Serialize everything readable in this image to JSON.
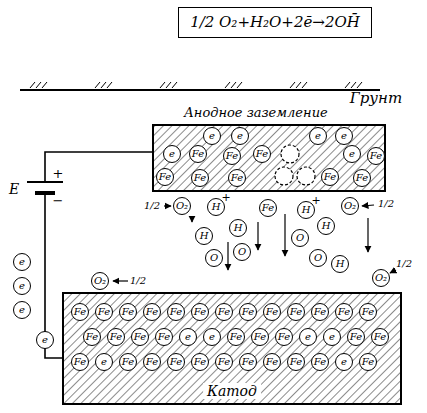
{
  "diagram": {
    "nodes": [
      {
        "text": [
          "1/2 O₂+H₂O+2ē→2OH̄"
        ]
      },
      {
        "text": [
          "Анодное заземление"
        ]
      },
      {
        "text": [
          "Катод"
        ]
      },
      {
        "text": [
          "e"
        ],
        "in": 1
      },
      {
        "text": [
          "e"
        ],
        "in": 1
      },
      {
        "text": [
          "e"
        ],
        "in": 1
      },
      {
        "text": [
          "e"
        ],
        "in": 1
      },
      {
        "text": [
          "e"
        ],
        "in": 1
      },
      {
        "text": [
          "Fe"
        ],
        "in": 1
      },
      {
        "text": [
          "Fe"
        ],
        "in": 1
      },
      {
        "text": [
          "Fe"
        ],
        "in": 1
      },
      {
        "text": [
          "e"
        ],
        "in": 1
      },
      {
        "text": [
          "Fe"
        ],
        "in": 1
      },
      {
        "text": [
          "Fe"
        ],
        "in": 1
      },
      {
        "text": [
          "Fe"
        ],
        "in": 1
      },
      {
        "text": [
          "Fe"
        ],
        "in": 1
      },
      {
        "text": [
          "Fe"
        ],
        "in": 1
      },
      {
        "text": [
          "Fe"
        ],
        "in": 1
      },
      {
        "text": [
          "O₂"
        ]
      },
      {
        "text": [
          "H"
        ]
      },
      {
        "text": [
          "H"
        ]
      },
      {
        "text": [
          "O"
        ]
      },
      {
        "text": [
          "H"
        ]
      },
      {
        "text": [
          "O"
        ]
      },
      {
        "text": [
          "Fe"
        ]
      },
      {
        "text": [
          "H"
        ]
      },
      {
        "text": [
          "O"
        ]
      },
      {
        "text": [
          "H"
        ]
      },
      {
        "text": [
          "O₂"
        ]
      },
      {
        "text": [
          "O"
        ]
      },
      {
        "text": [
          "H"
        ]
      },
      {
        "text": [
          "e"
        ]
      },
      {
        "text": [
          "e"
        ]
      },
      {
        "text": [
          "e"
        ]
      },
      {
        "text": [
          "e"
        ]
      },
      {
        "text": [
          "O₂"
        ]
      },
      {
        "text": [
          "O₂"
        ]
      },
      {
        "text": [
          "Fe"
        ],
        "in": 2
      },
      {
        "text": [
          "Fe"
        ],
        "in": 2
      },
      {
        "text": [
          "Fe"
        ],
        "in": 2
      },
      {
        "text": [
          "Fe"
        ],
        "in": 2
      },
      {
        "text": [
          "Fe"
        ],
        "in": 2
      },
      {
        "text": [
          "Fe"
        ],
        "in": 2
      },
      {
        "text": [
          "Fe"
        ],
        "in": 2
      },
      {
        "text": [
          "Fe"
        ],
        "in": 2
      },
      {
        "text": [
          "Fe"
        ],
        "in": 2
      },
      {
        "text": [
          "Fe"
        ],
        "in": 2
      },
      {
        "text": [
          "Fe"
        ],
        "in": 2
      },
      {
        "text": [
          "Fe"
        ],
        "in": 2
      },
      {
        "text": [
          "Fe"
        ],
        "in": 2
      },
      {
        "text": [
          "Fe"
        ],
        "in": 2
      },
      {
        "text": [
          "Fe"
        ],
        "in": 2
      },
      {
        "text": [
          "Fe"
        ],
        "in": 2
      },
      {
        "text": [
          "Fe"
        ],
        "in": 2
      },
      {
        "text": [
          "e"
        ],
        "in": 2
      },
      {
        "text": [
          "e"
        ],
        "in": 2
      },
      {
        "text": [
          "Fe"
        ],
        "in": 2
      },
      {
        "text": [
          "Fe"
        ],
        "in": 2
      },
      {
        "text": [
          "Fe"
        ],
        "in": 2
      },
      {
        "text": [
          "e"
        ],
        "in": 2
      },
      {
        "text": [
          "e"
        ],
        "in": 2
      },
      {
        "text": [
          "Fe"
        ],
        "in": 2
      },
      {
        "text": [
          "Fe"
        ],
        "in": 2
      },
      {
        "text": [
          "Fe"
        ],
        "in": 2
      },
      {
        "text": [
          "e"
        ],
        "in": 2
      },
      {
        "text": [
          "Fe"
        ],
        "in": 2
      },
      {
        "text": [
          "Fe"
        ],
        "in": 2
      },
      {
        "text": [
          "Fe"
        ],
        "in": 2
      },
      {
        "text": [
          "Fe"
        ],
        "in": 2
      },
      {
        "text": [
          "Fe"
        ],
        "in": 2
      },
      {
        "text": [
          "Fe"
        ],
        "in": 2
      },
      {
        "text": [
          "Fe"
        ],
        "in": 2
      },
      {
        "text": [
          "Fe"
        ],
        "in": 2
      },
      {
        "text": [
          "Fe"
        ],
        "in": 2
      },
      {
        "text": [
          "e"
        ],
        "in": 2
      },
      {
        "text": [
          "Fe"
        ],
        "in": 2
      }
    ],
    "edges": [
      {
        "from": 1,
        "to": 2,
        "arrow": "none"
      }
    ],
    "labels": [
      "Грунт",
      "E",
      "+",
      "−",
      "1/2",
      "1/2",
      "1/2",
      "1/2",
      "+",
      "+"
    ]
  }
}
